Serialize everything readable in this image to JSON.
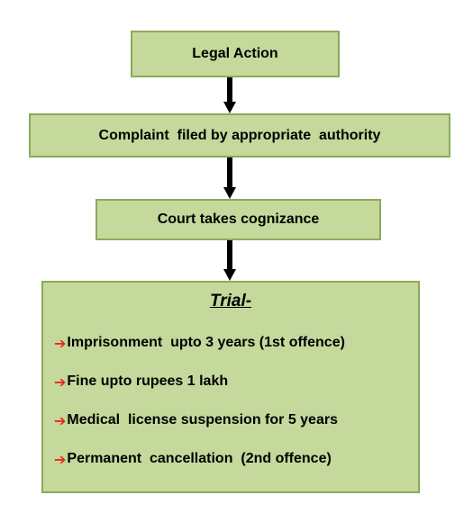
{
  "nodes": {
    "legal_action": "Legal Action",
    "complaint": "Complaint  filed by appropriate  authority",
    "court": "Court takes cognizance",
    "trial": {
      "title": "Trial-",
      "items": [
        "Imprisonment  upto 3 years (1st offence)",
        "Fine upto rupees 1 lakh",
        "Medical  license suspension for 5 years",
        "Permanent  cancellation  (2nd offence)"
      ]
    }
  },
  "colors": {
    "box_fill": "#c4d99b",
    "box_border": "#8ca95a",
    "connector": "#000000",
    "bullet_arrow": "#e8281e"
  },
  "icons": {
    "connector": "down-arrow-icon",
    "bullet": "right-arrow-icon"
  }
}
